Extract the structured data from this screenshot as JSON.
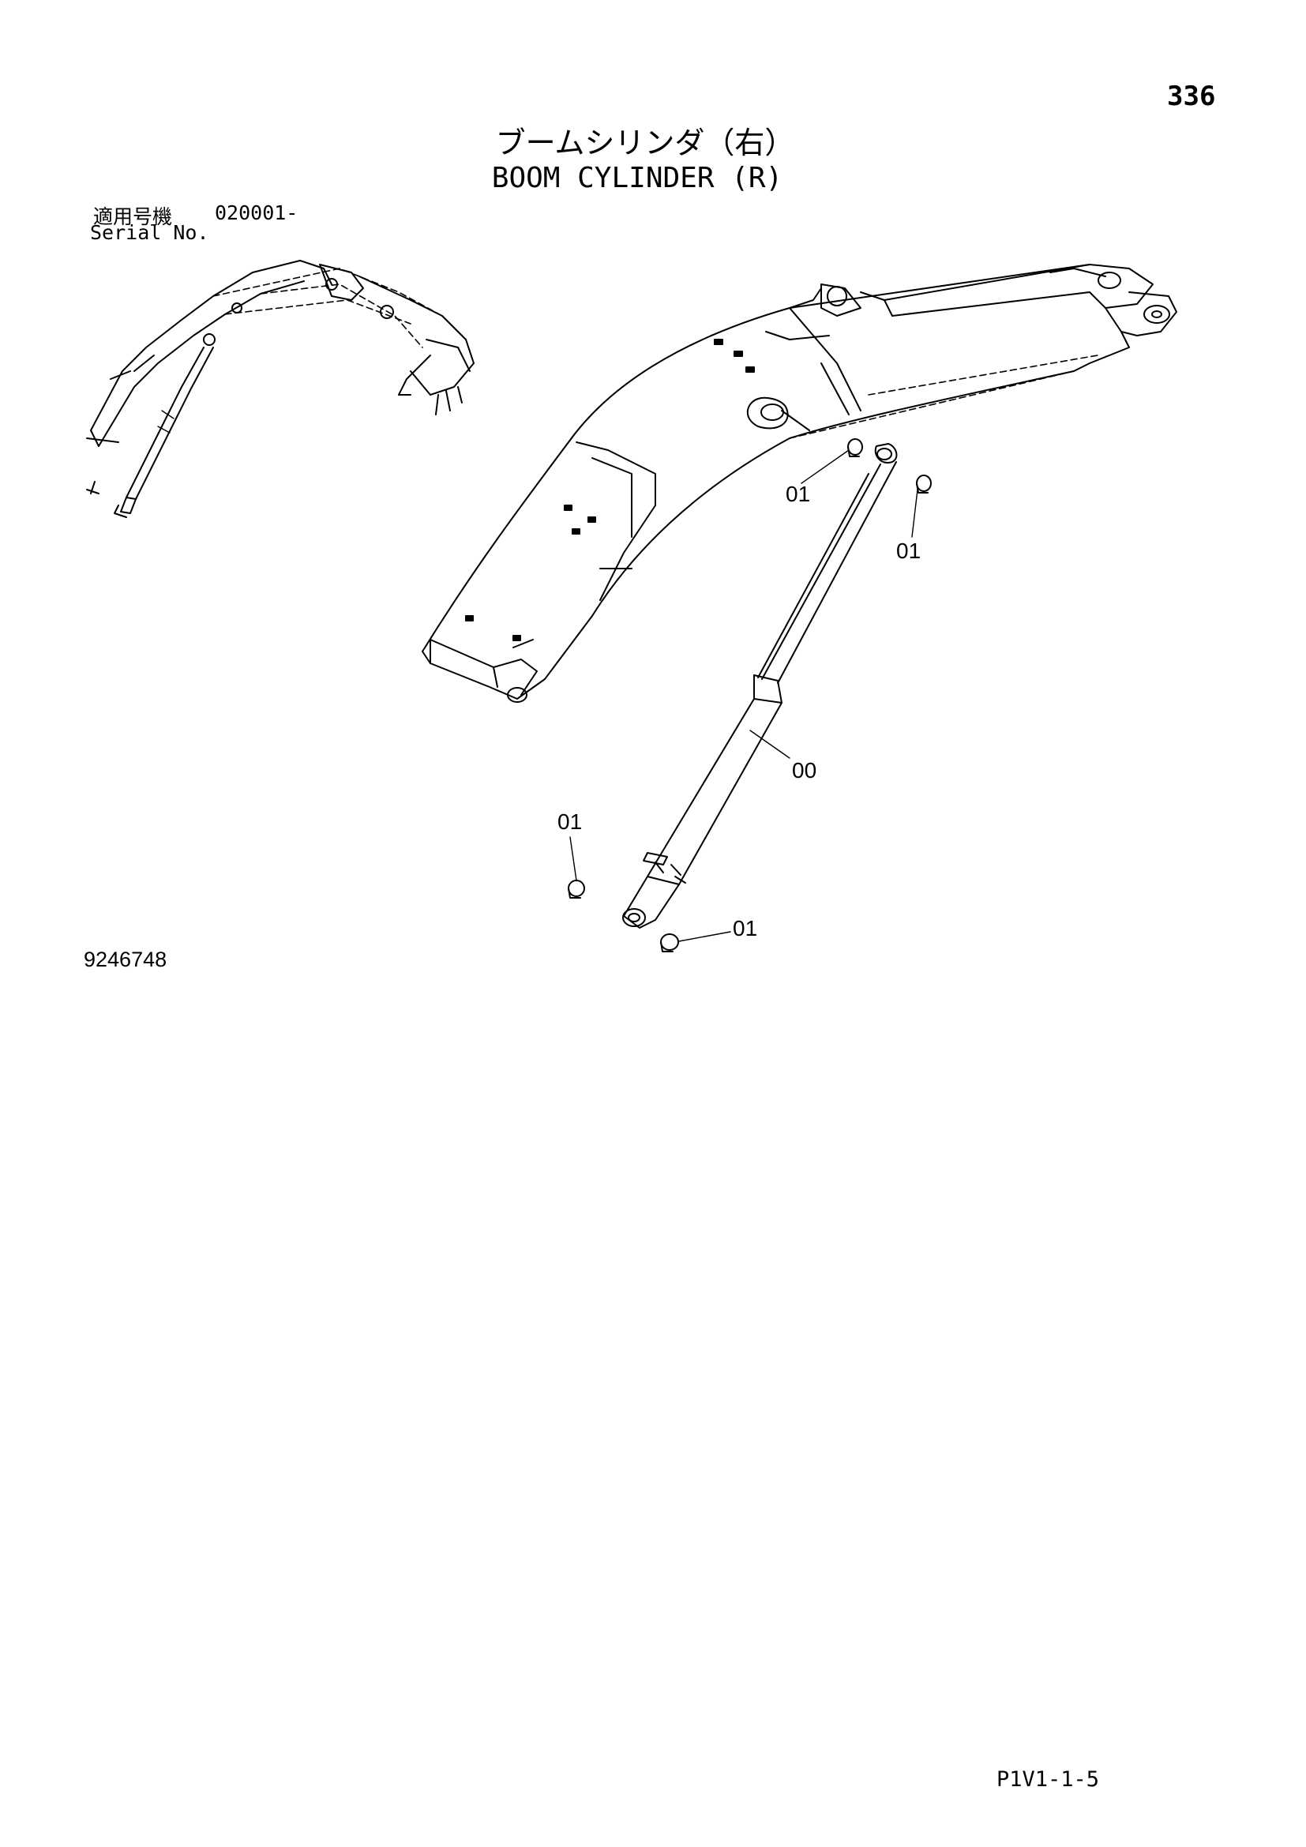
{
  "page_number": "336",
  "title_jp": "ブームシリンダ（右）",
  "title_en": "BOOM CYLINDER (R)",
  "serial": {
    "label_jp": "適用号機",
    "number": "020001-",
    "label_en": "Serial No."
  },
  "callouts": {
    "c1": "01",
    "c2": "01",
    "c3": "00",
    "c4": "01",
    "c5": "01"
  },
  "drawing_number": "9246748",
  "sheet_code": "P1V1-1-5"
}
